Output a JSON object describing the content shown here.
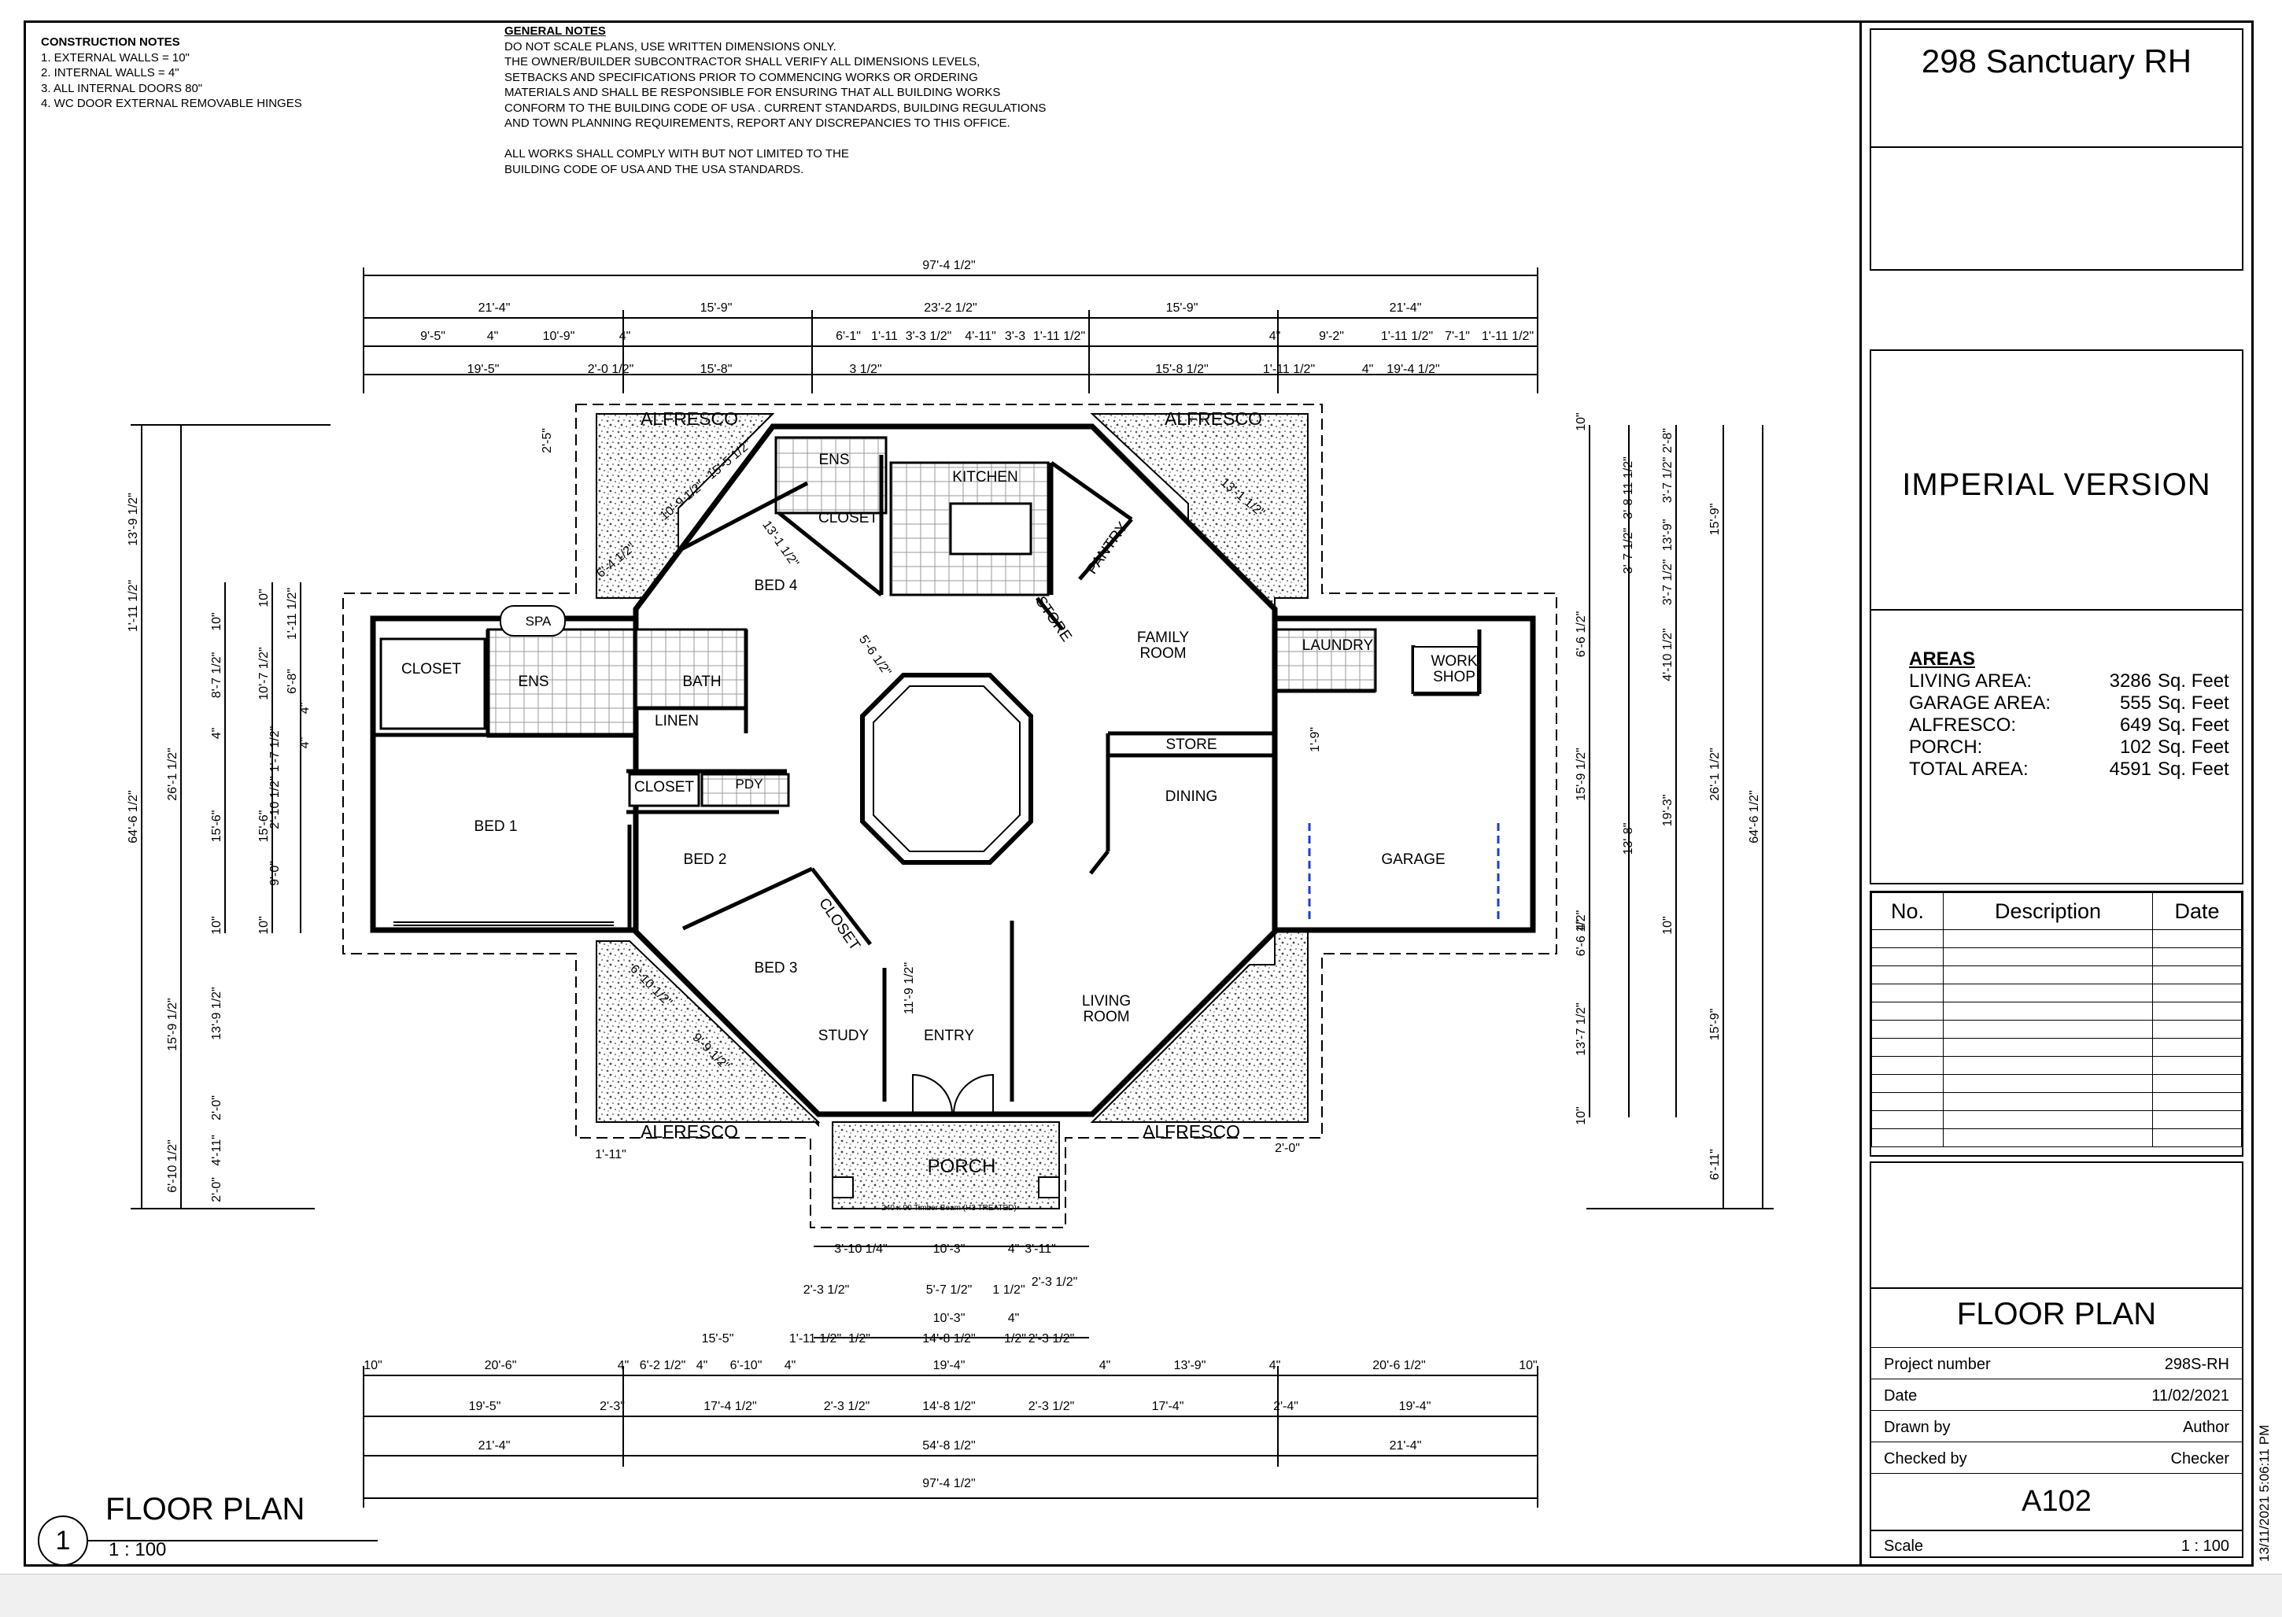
{
  "construction_notes": {
    "title": "CONSTRUCTION NOTES",
    "items": [
      "1. EXTERNAL WALLS = 10\"",
      "2. INTERNAL WALLS = 4\"",
      "3. ALL INTERNAL DOORS 80\"",
      "4. WC DOOR EXTERNAL REMOVABLE HINGES"
    ]
  },
  "general_notes": {
    "title": "GENERAL NOTES",
    "lines": [
      "DO NOT SCALE PLANS, USE WRITTEN DIMENSIONS ONLY.",
      "THE OWNER/BUILDER SUBCONTRACTOR SHALL VERIFY ALL DIMENSIONS LEVELS,",
      "SETBACKS AND SPECIFICATIONS PRIOR TO COMMENCING WORKS OR ORDERING",
      "MATERIALS AND SHALL BE RESPONSIBLE FOR ENSURING THAT ALL BUILDING WORKS",
      "CONFORM TO THE BUILDING CODE OF USA . CURRENT STANDARDS, BUILDING REGULATIONS",
      "AND TOWN PLANNING REQUIREMENTS, REPORT ANY DISCREPANCIES TO THIS OFFICE.",
      "",
      "ALL WORKS SHALL COMPLY WITH BUT NOT LIMITED TO THE",
      "BUILDING CODE OF USA AND THE USA STANDARDS."
    ]
  },
  "rooms": {
    "alfresco": "ALFRESCO",
    "ens": "ENS",
    "kitchen": "KITCHEN",
    "closet": "CLOSET",
    "pantry": "PANTRY",
    "bed4": "BED 4",
    "store": "STORE",
    "family_room": [
      "FAMILY",
      "ROOM"
    ],
    "laundry": "LAUNDRY",
    "work_shop": [
      "WORK",
      "SHOP"
    ],
    "spa": "SPA",
    "bath": "BATH",
    "linen": "LINEN",
    "bed1": "BED 1",
    "pdy": "PDY",
    "bed2": "BED 2",
    "dining": "DINING",
    "garage": "GARAGE",
    "bed3": "BED 3",
    "study": "STUDY",
    "entry": "ENTRY",
    "living_room": [
      "LIVING",
      "ROOM"
    ],
    "porch": "PORCH",
    "porch_note": "240 x 90 Timber Beam (H3 TREATED)"
  },
  "dimensions": {
    "top_overall": "97'-4 1/2\"",
    "top_row1": [
      "21'-4\"",
      "15'-9\"",
      "23'-2 1/2\"",
      "15'-9\"",
      "21'-4\""
    ],
    "top_row2": [
      "9'-5\"",
      "4\"",
      "10'-9\"",
      "4\"",
      "6'-1\"",
      "1'-11",
      "3'-3 1/2\"",
      "4'-11\"",
      "3'-3",
      "1'-11 1/2\"",
      "4\"",
      "9'-2\"",
      "1'-11 1/2\"",
      "7'-1\"",
      "1'-11 1/2\""
    ],
    "top_row3": [
      "19'-5\"",
      "2'-0 1/2\"",
      "15'-8\"",
      "3 1/2\"",
      "15'-8 1/2\"",
      "1'-11 1/2\"",
      "4\"",
      "19'-4 1/2\""
    ],
    "left_outer": [
      "13'-9 1/2\"",
      "1'-11 1/2\"",
      "64'-6 1/2\"",
      "15'-9 1/2\"",
      "6'-10 1/2\""
    ],
    "left_mid": [
      "26'-1 1/2\"",
      "13'-9 1/2\"",
      "2'-0\"",
      "4'-11\"",
      "2'-0\""
    ],
    "left_inner": [
      "10\"",
      "8'-7 1/2\"",
      "4\"",
      "15'-6\"",
      "10\"",
      "10'-7 1/2\"",
      "15'-6\"",
      "1'-7 1/2\"",
      "2'-10 1/2\"",
      "9'-0\"",
      "1'-11 1/2\"",
      "6'-8\"",
      "4\"",
      "4\"",
      "10\"",
      "10\""
    ],
    "right_outer": [
      "15'-9\"",
      "26'-1 1/2\"",
      "64'-6 1/2\"",
      "15'-9\"",
      "6'-11\""
    ],
    "right_mid": [
      "2'-8\"",
      "3'-7 1/2\"",
      "13'-9\"",
      "3'-7 1/2\"",
      "4'-10 1/2\"",
      "19'-3\"",
      "13'-8\"",
      "10\""
    ],
    "right_inner": [
      "10\"",
      "3'-8 11 1/2\"",
      "3'-7 1/2\"",
      "6'-6 1/2\"",
      "15'-9 1/2\"",
      "4\"",
      "6'-6 1/2\"",
      "13'-7 1/2\"",
      "10\""
    ],
    "porch_dims": [
      "3'-10 1/4\"",
      "10'-3\"",
      "4\"",
      "3'-11\"",
      "2'-3 1/2\"",
      "5'-7 1/2\"",
      "1 1/2\"",
      "2'-3 1/2\"",
      "10'-3\"",
      "4\""
    ],
    "bottom_row0": [
      "15'-5\"",
      "1'-11 1/2\"",
      "1/2\"",
      "14'-8 1/2\"",
      "1/2\"",
      "2'-3 1/2\""
    ],
    "bottom_row1": [
      "10\"",
      "20'-6\"",
      "4\"",
      "6'-2 1/2\"",
      "4\"",
      "6'-10\"",
      "4\"",
      "19'-4\"",
      "4\"",
      "13'-9\"",
      "4\"",
      "20'-6 1/2\"",
      "10\""
    ],
    "bottom_row2": [
      "19'-5\"",
      "2'-3\"",
      "17'-4 1/2\"",
      "2'-3 1/2\"",
      "14'-8 1/2\"",
      "2'-3 1/2\"",
      "17'-4\"",
      "2'-4\"",
      "19'-4\""
    ],
    "bottom_row3": [
      "21'-4\"",
      "54'-8 1/2\"",
      "21'-4\""
    ],
    "bottom_overall": "97'-4 1/2\"",
    "misc": [
      "2'-5\"",
      "5'-6 1/2\"",
      "13'-1 1/2\"",
      "1'-9\"",
      "11'-9 1/2\"",
      "1'-11\"",
      "2'-0\"",
      "10'-9 1/2\"",
      "15'-5 1/2\"",
      "6'-4 1/2\"",
      "13'-1 1/2\"",
      "9'-9 1/2\"",
      "6'-10 1/2\""
    ]
  },
  "title_block": {
    "project_name": "298 Sanctuary RH",
    "version": "IMPERIAL VERSION",
    "areas_title": "AREAS",
    "areas": [
      {
        "label": "LIVING AREA:",
        "value": "3286",
        "unit": "Sq. Feet"
      },
      {
        "label": "GARAGE AREA:",
        "value": "555",
        "unit": "Sq. Feet"
      },
      {
        "label": "ALFRESCO:",
        "value": "649",
        "unit": "Sq. Feet"
      },
      {
        "label": "PORCH:",
        "value": "102",
        "unit": "Sq. Feet"
      },
      {
        "label": "TOTAL AREA:",
        "value": "4591",
        "unit": "Sq. Feet"
      }
    ],
    "revision_headers": [
      "No.",
      "Description",
      "Date"
    ],
    "drawing_title": "FLOOR PLAN",
    "fields": [
      {
        "label": "Project number",
        "value": "298S-RH"
      },
      {
        "label": "Date",
        "value": "11/02/2021"
      },
      {
        "label": "Drawn by",
        "value": "Author"
      },
      {
        "label": "Checked by",
        "value": "Checker"
      }
    ],
    "sheet_number": "A102",
    "scale_label": "Scale",
    "scale_value": "1 : 100"
  },
  "plan_label": {
    "number": "1",
    "title": "FLOOR PLAN",
    "scale": "1 : 100"
  },
  "timestamp": "13/11/2021 5:06:11 PM"
}
